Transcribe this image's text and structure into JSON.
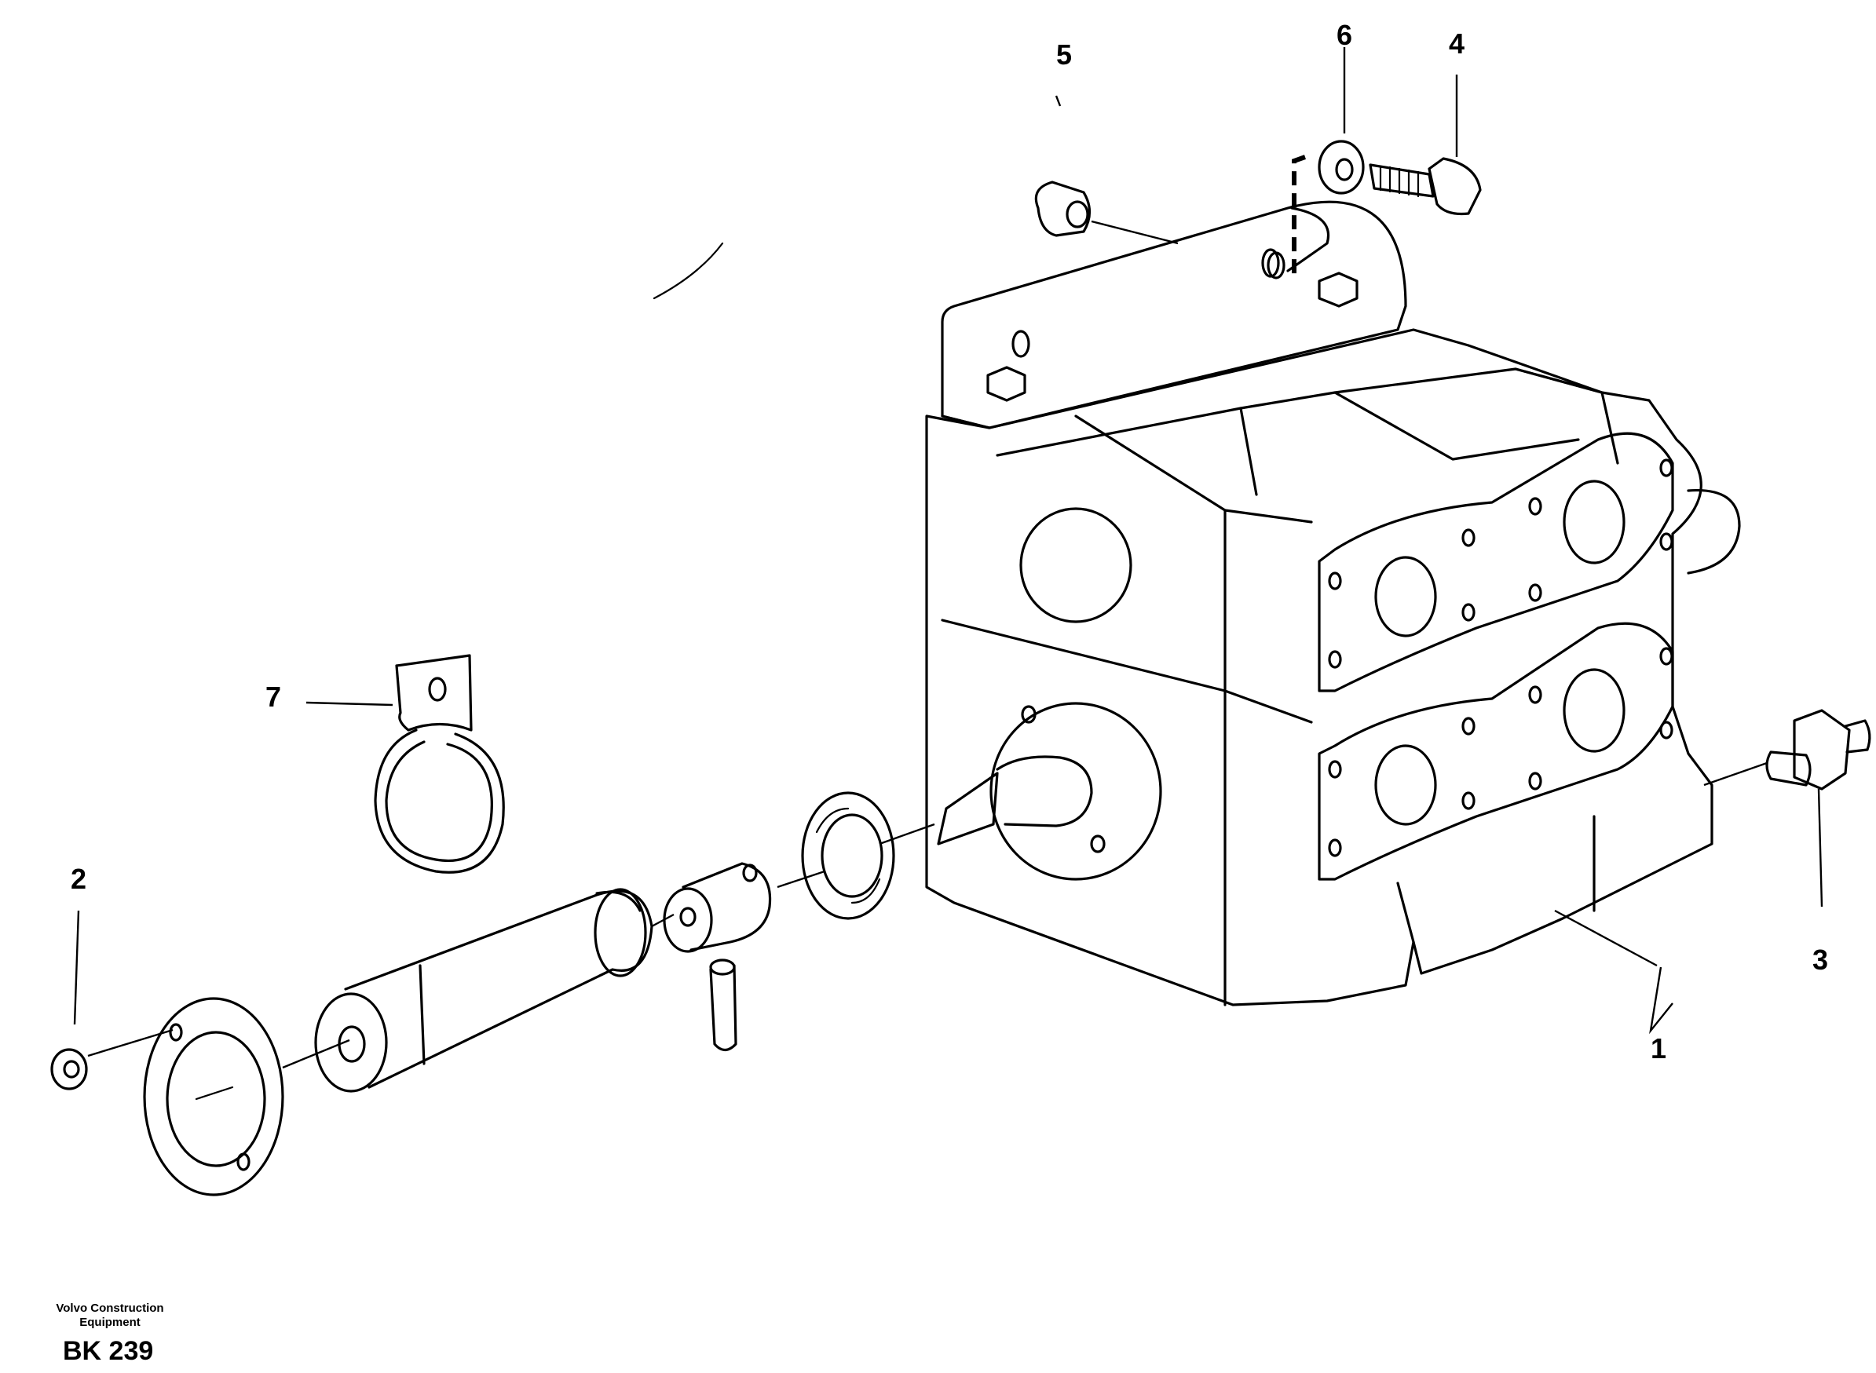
{
  "diagram": {
    "callouts": [
      {
        "id": "1",
        "label": "1",
        "part": "control valve housing"
      },
      {
        "id": "2",
        "label": "2",
        "part": "washer"
      },
      {
        "id": "3",
        "label": "3",
        "part": "fitting"
      },
      {
        "id": "4",
        "label": "4",
        "part": "screw"
      },
      {
        "id": "5",
        "label": "5",
        "part": "nut"
      },
      {
        "id": "6",
        "label": "6",
        "part": "washer"
      },
      {
        "id": "7",
        "label": "7",
        "part": "clamp"
      }
    ]
  },
  "footer": {
    "company_line1": "Volvo Construction",
    "company_line2": "Equipment",
    "code": "BK 239"
  }
}
